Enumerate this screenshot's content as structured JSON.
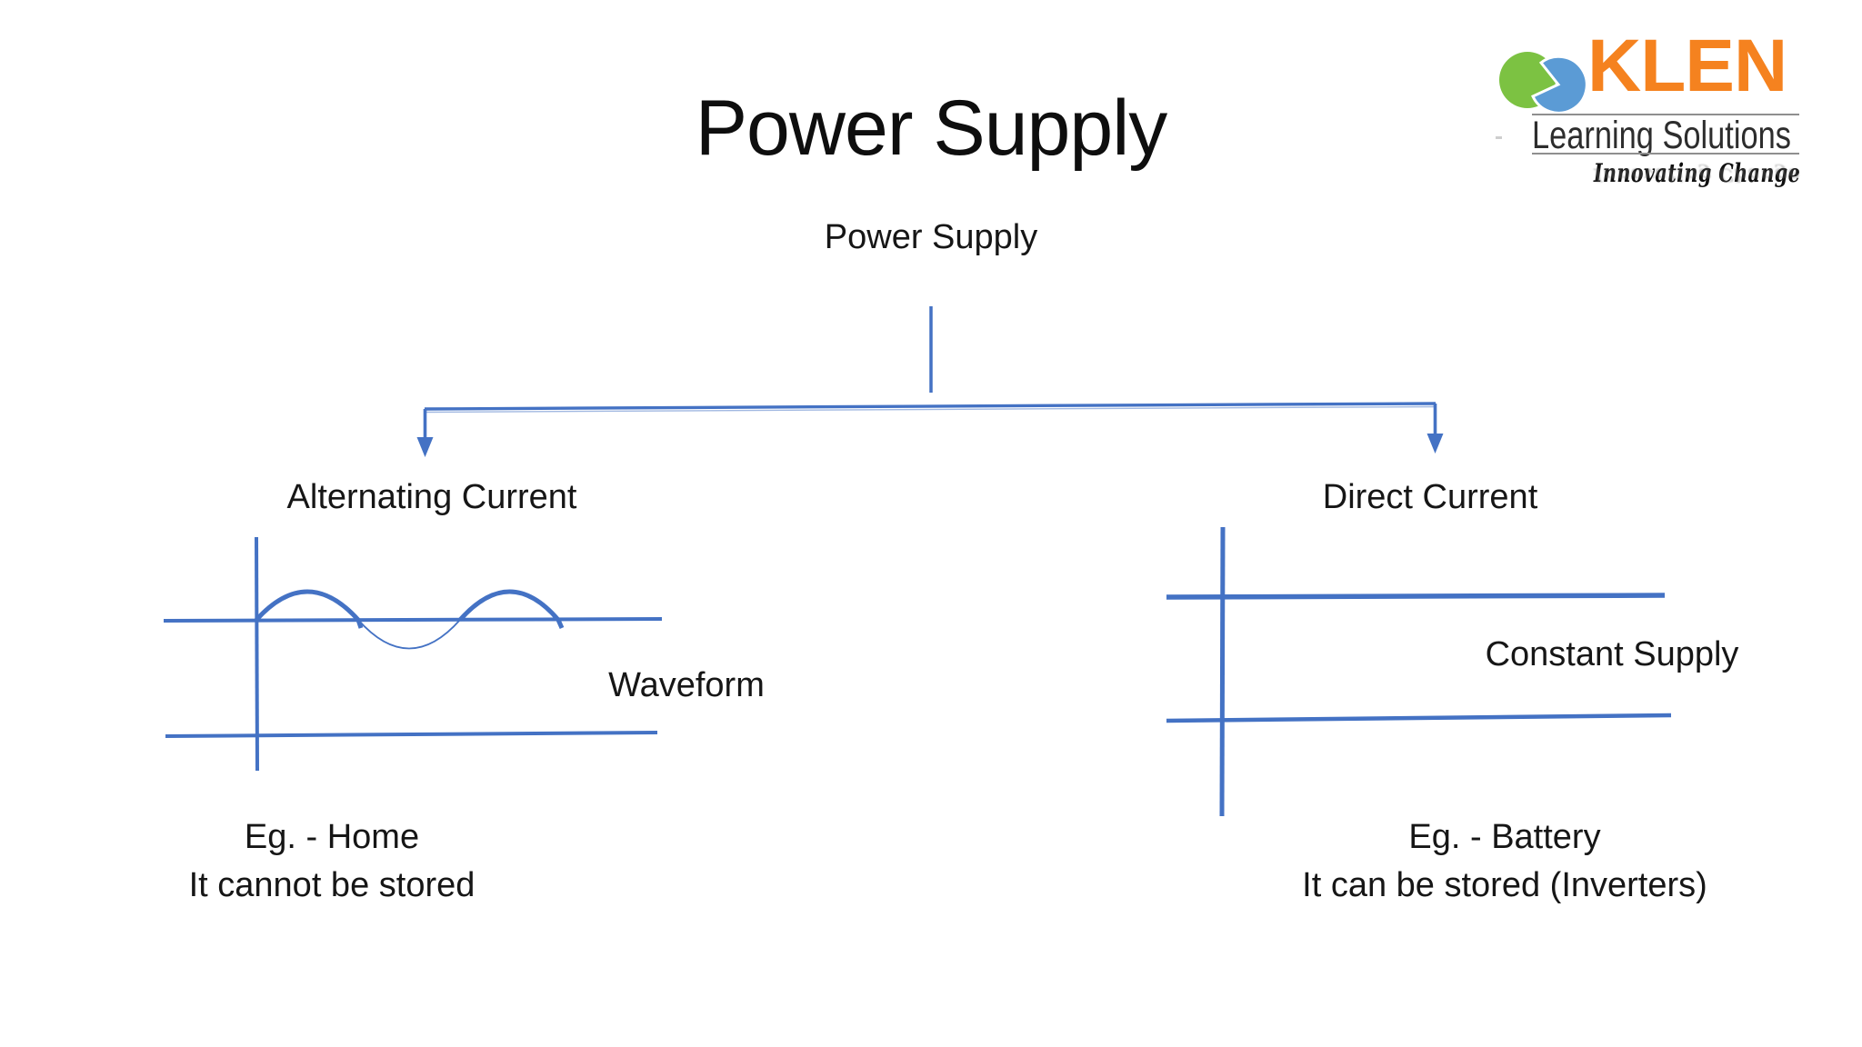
{
  "slide": {
    "title": "Power Supply",
    "background_color": "#ffffff",
    "accent_blue": "#4472C4",
    "text_color": "#141414"
  },
  "logo": {
    "brand": "KLEN",
    "brand_color": "#F5821F",
    "subtitle": "Learning Solutions",
    "subtitle_color": "#2d2d2d",
    "tagline": "Innovating Change",
    "tagline_reflection": "Innovating Change",
    "icon_name": "klen-swirl-icon",
    "icon_green": "#7CC242",
    "icon_blue": "#5B9BD5",
    "rule_color": "#8f8f8f"
  },
  "diagram": {
    "root_label": "Power Supply",
    "branches": [
      {
        "label": "Alternating Current",
        "illustration": "sine-waveform-sketch",
        "caption": "Waveform",
        "example_line1": "Eg. - Home",
        "example_line2": "It cannot be stored"
      },
      {
        "label": "Direct Current",
        "illustration": "constant-supply-sketch",
        "caption": "Constant Supply",
        "example_line1": "Eg. - Battery",
        "example_line2": "It can be stored (Inverters)"
      }
    ]
  }
}
